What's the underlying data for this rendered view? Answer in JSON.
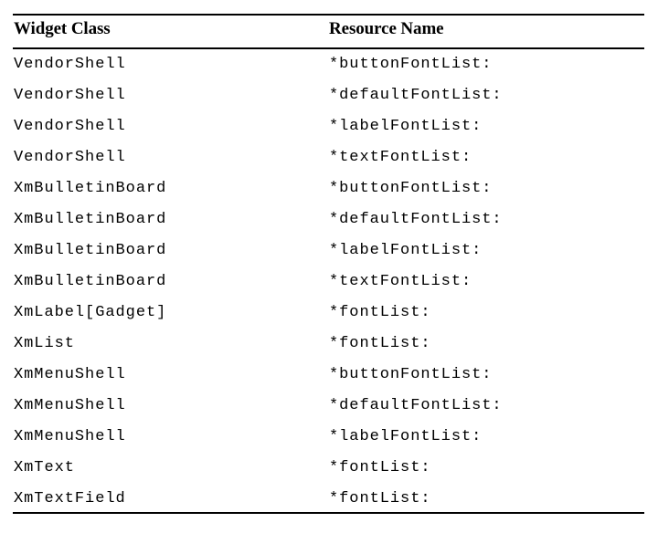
{
  "table": {
    "columns": [
      {
        "key": "widget_class",
        "label": "Widget Class"
      },
      {
        "key": "resource_name",
        "label": "Resource Name"
      }
    ],
    "rows": [
      {
        "widget_class": "VendorShell",
        "resource_name": "*buttonFontList:"
      },
      {
        "widget_class": "VendorShell",
        "resource_name": "*defaultFontList:"
      },
      {
        "widget_class": "VendorShell",
        "resource_name": "*labelFontList:"
      },
      {
        "widget_class": "VendorShell",
        "resource_name": "*textFontList:"
      },
      {
        "widget_class": "XmBulletinBoard",
        "resource_name": "*buttonFontList:"
      },
      {
        "widget_class": "XmBulletinBoard",
        "resource_name": "*defaultFontList:"
      },
      {
        "widget_class": "XmBulletinBoard",
        "resource_name": "*labelFontList:"
      },
      {
        "widget_class": "XmBulletinBoard",
        "resource_name": "*textFontList:"
      },
      {
        "widget_class": "XmLabel[Gadget]",
        "resource_name": "*fontList:"
      },
      {
        "widget_class": "XmList",
        "resource_name": "*fontList:"
      },
      {
        "widget_class": "XmMenuShell",
        "resource_name": "*buttonFontList:"
      },
      {
        "widget_class": "XmMenuShell",
        "resource_name": "*defaultFontList:"
      },
      {
        "widget_class": "XmMenuShell",
        "resource_name": "*labelFontList:"
      },
      {
        "widget_class": "XmText",
        "resource_name": "*fontList:"
      },
      {
        "widget_class": "XmTextField",
        "resource_name": "*fontList:"
      }
    ]
  },
  "style": {
    "rule_color": "#000000",
    "text_color": "#000000",
    "background_color": "#ffffff"
  }
}
